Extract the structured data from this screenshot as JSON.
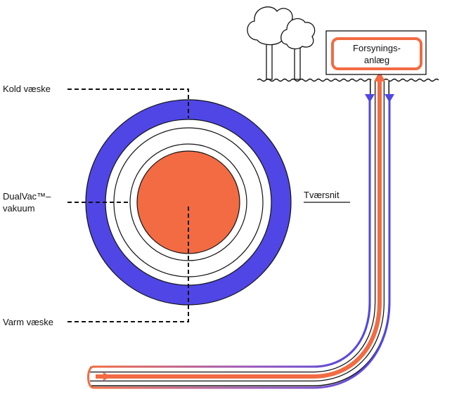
{
  "labels": {
    "cold_fluid": "Kold væske",
    "dualvac_line1": "DualVac™–",
    "dualvac_line2": "vakuum",
    "warm_fluid": "Varm væske",
    "cross_section": "Tværsnit",
    "supply_line1": "Forsynings-",
    "supply_line2": "anlæg"
  },
  "colors": {
    "cold": "#4f46e5",
    "warm": "#f26b43",
    "mixed": "#a45ab0",
    "outline": "#111111",
    "background": "#ffffff"
  },
  "icons": [
    "tree-icon",
    "arrow-down-icon",
    "arrow-up-icon",
    "arrow-right-icon"
  ]
}
